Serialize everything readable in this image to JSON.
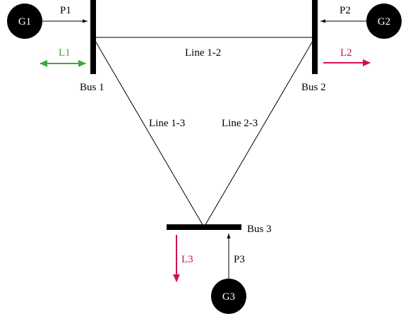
{
  "colors": {
    "ink": "#000000",
    "background": "#ffffff",
    "load_green": "#3aaa35",
    "load_red": "#d0104c",
    "generator_fill": "#000000",
    "generator_text": "#ffffff"
  },
  "buses": {
    "bus1": "Bus 1",
    "bus2": "Bus 2",
    "bus3": "Bus 3"
  },
  "generators": {
    "g1": "G1",
    "g2": "G2",
    "g3": "G3"
  },
  "injections": {
    "p1": "P1",
    "p2": "P2",
    "p3": "P3"
  },
  "loads": {
    "l1": "L1",
    "l2": "L2",
    "l3": "L3"
  },
  "lines": {
    "line_1_2": "Line 1-2",
    "line_1_3": "Line 1-3",
    "line_2_3": "Line 2-3"
  }
}
